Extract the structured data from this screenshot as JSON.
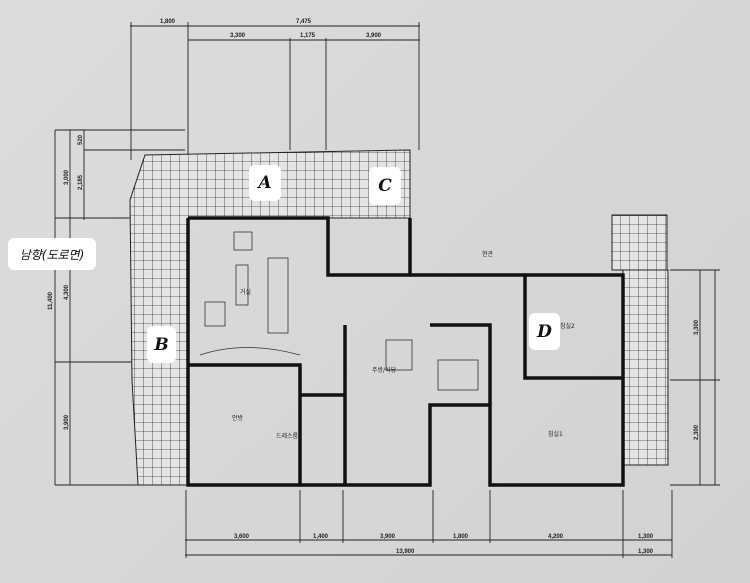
{
  "orientation_note": "남향(도로면)",
  "callouts": {
    "a": "A",
    "b": "B",
    "c": "C",
    "d": "D"
  },
  "dimensions": {
    "top_row1": [
      "1,800",
      "7,475"
    ],
    "top_row2": [
      "3,300",
      "1,175",
      "3,900"
    ],
    "left": [
      "11,400",
      "3,000",
      "2,185",
      "520",
      "4,300",
      "3,900"
    ],
    "right": [
      "3,300",
      "2,300"
    ],
    "bottom_row1": [
      "3,600",
      "1,400",
      "3,900",
      "1,800",
      "4,200",
      "1,300"
    ],
    "bottom_row2": [
      "13,900",
      "1,300"
    ]
  },
  "rooms": {
    "living": "거실",
    "dining": "주방/식당",
    "bed1": "침실1",
    "bed2": "침실2",
    "master": "안방",
    "dress": "드레스룸",
    "hall": "현관"
  }
}
